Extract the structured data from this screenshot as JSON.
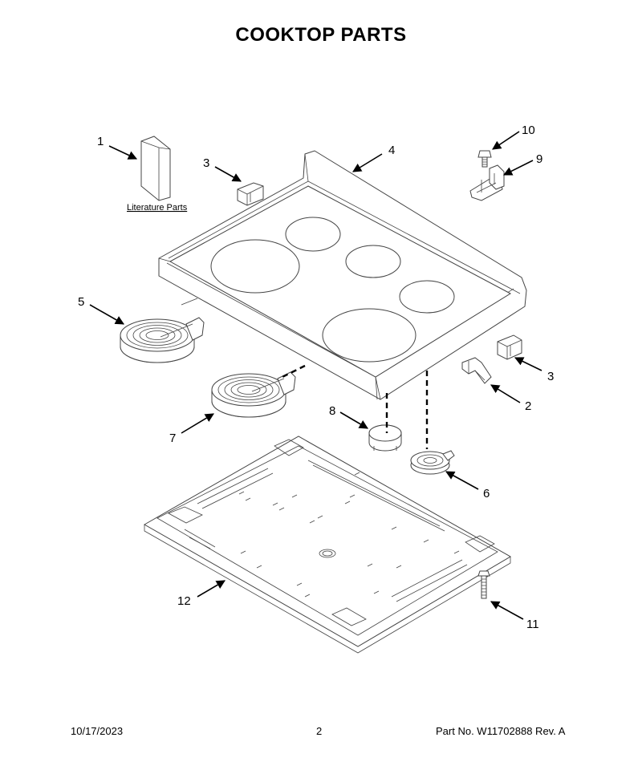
{
  "title": "COOKTOP PARTS",
  "literature_label": "Literature Parts",
  "callouts": [
    {
      "id": "1",
      "label": "1"
    },
    {
      "id": "2",
      "label": "2"
    },
    {
      "id": "3a",
      "label": "3"
    },
    {
      "id": "3b",
      "label": "3"
    },
    {
      "id": "4",
      "label": "4"
    },
    {
      "id": "5",
      "label": "5"
    },
    {
      "id": "6",
      "label": "6"
    },
    {
      "id": "7",
      "label": "7"
    },
    {
      "id": "8",
      "label": "8"
    },
    {
      "id": "9",
      "label": "9"
    },
    {
      "id": "10",
      "label": "10"
    },
    {
      "id": "11",
      "label": "11"
    },
    {
      "id": "12",
      "label": "12"
    }
  ],
  "footer": {
    "date": "10/17/2023",
    "page": "2",
    "part_number": "Part No.  W11702888  Rev.  A"
  }
}
